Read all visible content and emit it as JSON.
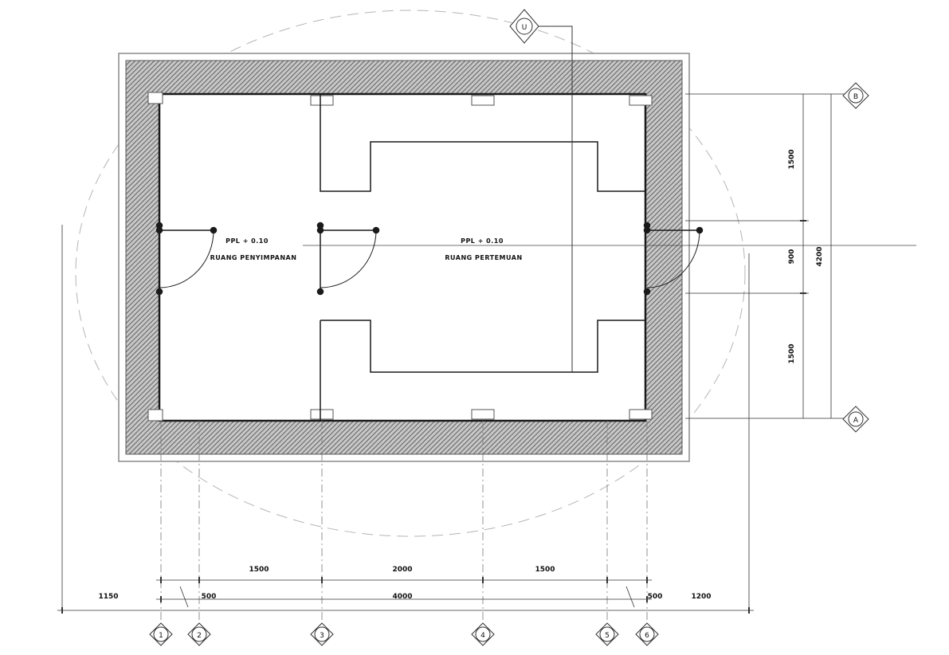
{
  "colors": {
    "line": "#1a1a1a",
    "light_line": "#9a9a9a",
    "hatch": "#777777",
    "background": "#ffffff"
  },
  "north_marker": {
    "label": "U"
  },
  "rooms": [
    {
      "level": "PPL + 0.10",
      "name": "RUANG PENYIMPANAN"
    },
    {
      "level": "PPL + 0.10",
      "name": "RUANG PERTEMUAN"
    }
  ],
  "dimensions": {
    "right": {
      "d1": "1500",
      "d2": "900",
      "d3": "1500",
      "total": "4200"
    },
    "bottom_upper": {
      "d1": "1500",
      "d2": "2000",
      "d3": "1500"
    },
    "bottom_lower": {
      "left_ext": "1150",
      "d1": "500",
      "mid": "4000",
      "d3": "500",
      "right_ext": "1200"
    }
  },
  "grid_bubbles": {
    "right": [
      "B",
      "A"
    ],
    "bottom": [
      "1",
      "2",
      "3",
      "4",
      "5",
      "6"
    ]
  }
}
